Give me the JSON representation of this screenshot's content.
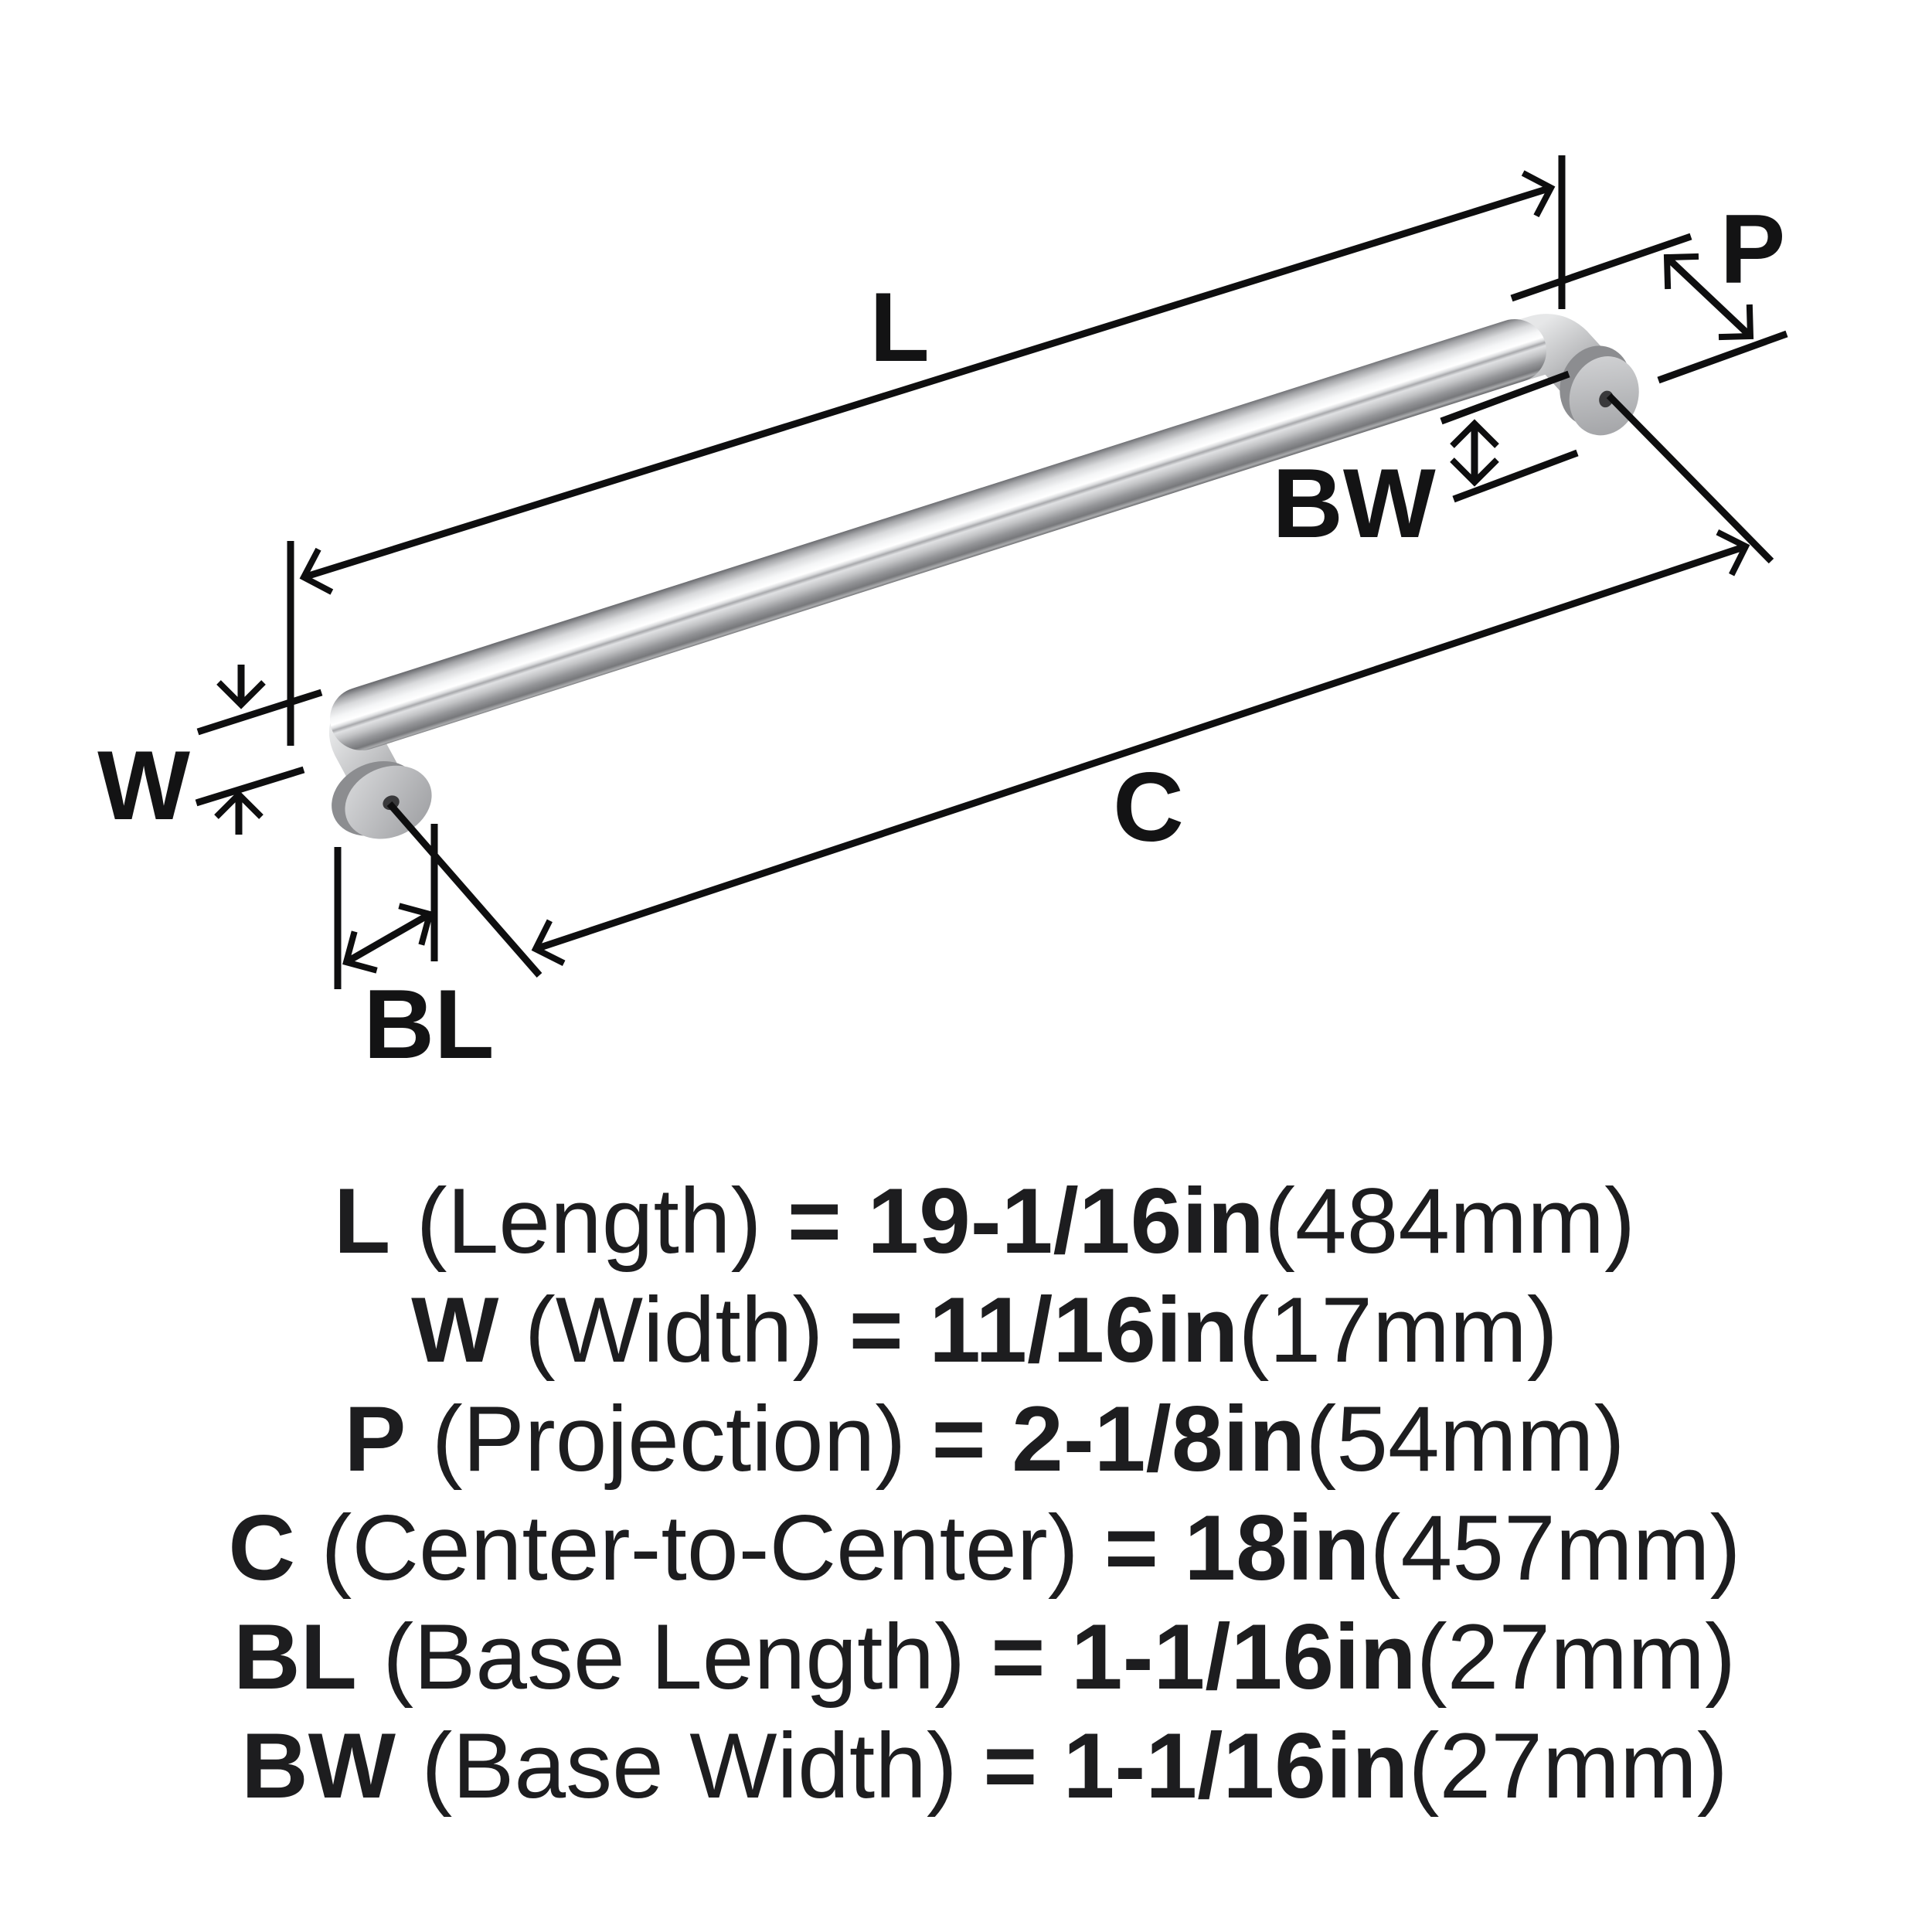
{
  "diagram": {
    "labels": {
      "length": "L",
      "width": "W",
      "projection": "P",
      "center_to_center": "C",
      "base_length": "BL",
      "base_width": "BW"
    },
    "colors": {
      "dimension_line": "#0e0e0f",
      "label_text": "#131314",
      "metal_highlight": "#ffffff",
      "metal_mid": "#c9cacc",
      "metal_shadow": "#707175",
      "flange_face": "#b7b8ba",
      "flange_rim": "#8c8d90",
      "screw_hole": "#39393b",
      "background": "#ffffff"
    }
  },
  "specs": {
    "lines": [
      {
        "id": "L",
        "segments": [
          {
            "text": "L",
            "bold": true
          },
          {
            "text": " (Length) ",
            "bold": false
          },
          {
            "text": "= 19-1/16in",
            "bold": true
          },
          {
            "text": "(484mm)",
            "bold": false
          }
        ]
      },
      {
        "id": "W",
        "segments": [
          {
            "text": "W",
            "bold": true
          },
          {
            "text": " (Width) ",
            "bold": false
          },
          {
            "text": "= 11/16in",
            "bold": true
          },
          {
            "text": "(17mm)",
            "bold": false
          }
        ]
      },
      {
        "id": "P",
        "segments": [
          {
            "text": "P",
            "bold": true
          },
          {
            "text": " (Projection) ",
            "bold": false
          },
          {
            "text": "= 2-1/8in",
            "bold": true
          },
          {
            "text": "(54mm)",
            "bold": false
          }
        ]
      },
      {
        "id": "C",
        "segments": [
          {
            "text": "C",
            "bold": true
          },
          {
            "text": " (Center-to-Center) ",
            "bold": false
          },
          {
            "text": "= 18in",
            "bold": true
          },
          {
            "text": "(457mm)",
            "bold": false
          }
        ]
      },
      {
        "id": "BL",
        "segments": [
          {
            "text": "BL",
            "bold": true
          },
          {
            "text": " (Base Length) ",
            "bold": false
          },
          {
            "text": "= 1-1/16in",
            "bold": true
          },
          {
            "text": "(27mm)",
            "bold": false
          }
        ]
      },
      {
        "id": "BW",
        "segments": [
          {
            "text": "BW",
            "bold": true
          },
          {
            "text": " (Base Width) ",
            "bold": false
          },
          {
            "text": "= 1-1/16in",
            "bold": true
          },
          {
            "text": "(27mm)",
            "bold": false
          }
        ]
      }
    ]
  }
}
